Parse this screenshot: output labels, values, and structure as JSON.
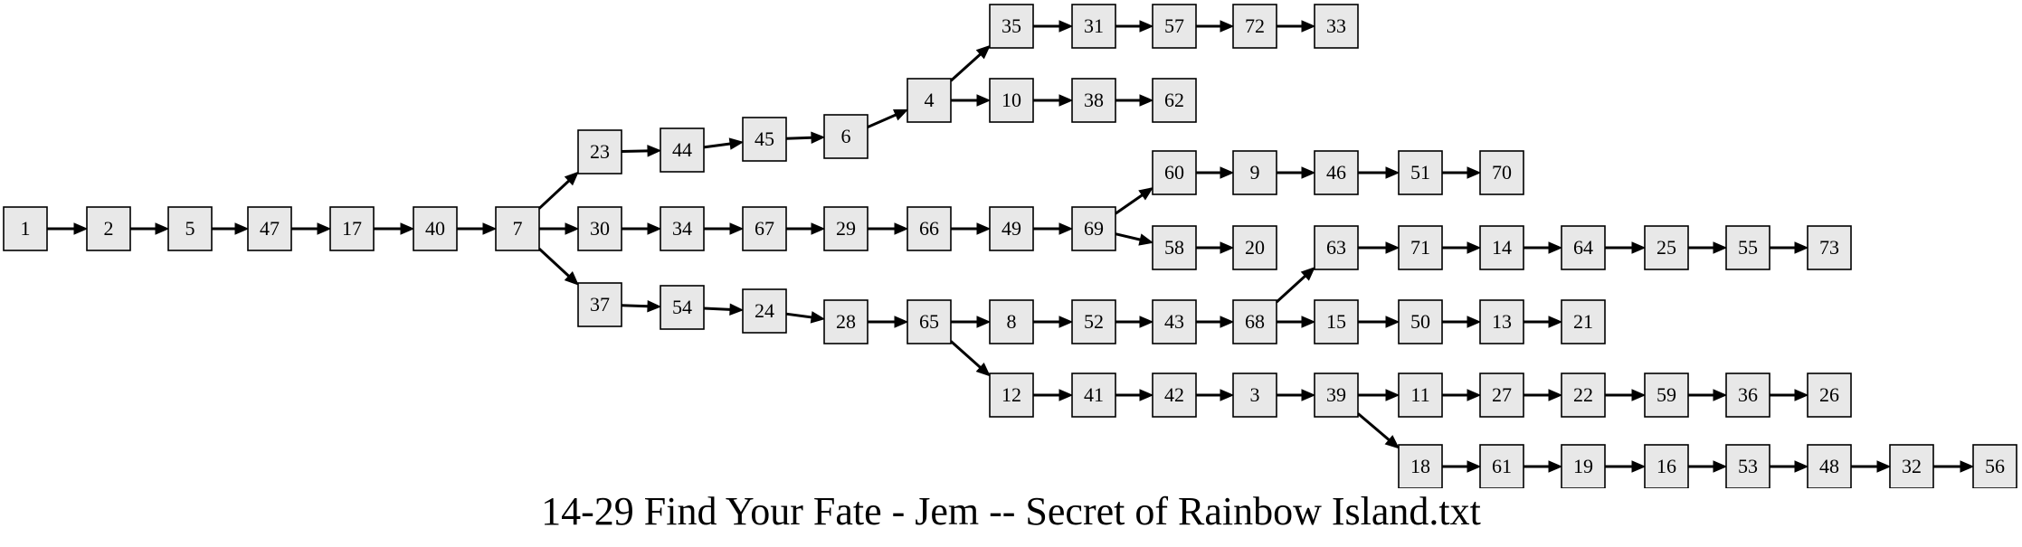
{
  "title": "14-29 Find Your Fate - Jem -- Secret of Rainbow Island.txt",
  "colors": {
    "node_fill": "#e8e8e8",
    "stroke": "#000000",
    "background": "#ffffff"
  },
  "nodes": [
    "1",
    "2",
    "5",
    "47",
    "17",
    "40",
    "7",
    "23",
    "30",
    "37",
    "44",
    "45",
    "6",
    "4",
    "35",
    "31",
    "57",
    "72",
    "33",
    "10",
    "38",
    "62",
    "34",
    "67",
    "29",
    "66",
    "49",
    "69",
    "60",
    "9",
    "46",
    "51",
    "70",
    "58",
    "20",
    "54",
    "24",
    "28",
    "65",
    "8",
    "52",
    "43",
    "68",
    "63",
    "71",
    "14",
    "64",
    "25",
    "55",
    "73",
    "15",
    "50",
    "13",
    "21",
    "12",
    "41",
    "42",
    "3",
    "39",
    "11",
    "27",
    "22",
    "59",
    "36",
    "26",
    "18",
    "61",
    "19",
    "16",
    "53",
    "48",
    "32",
    "56"
  ],
  "edges": [
    [
      "1",
      "2"
    ],
    [
      "2",
      "5"
    ],
    [
      "5",
      "47"
    ],
    [
      "47",
      "17"
    ],
    [
      "17",
      "40"
    ],
    [
      "40",
      "7"
    ],
    [
      "7",
      "23"
    ],
    [
      "7",
      "30"
    ],
    [
      "7",
      "37"
    ],
    [
      "23",
      "44"
    ],
    [
      "44",
      "45"
    ],
    [
      "45",
      "6"
    ],
    [
      "6",
      "4"
    ],
    [
      "4",
      "35"
    ],
    [
      "35",
      "31"
    ],
    [
      "31",
      "57"
    ],
    [
      "57",
      "72"
    ],
    [
      "72",
      "33"
    ],
    [
      "4",
      "10"
    ],
    [
      "10",
      "38"
    ],
    [
      "38",
      "62"
    ],
    [
      "30",
      "34"
    ],
    [
      "34",
      "67"
    ],
    [
      "67",
      "29"
    ],
    [
      "29",
      "66"
    ],
    [
      "66",
      "49"
    ],
    [
      "49",
      "69"
    ],
    [
      "69",
      "60"
    ],
    [
      "60",
      "9"
    ],
    [
      "9",
      "46"
    ],
    [
      "46",
      "51"
    ],
    [
      "51",
      "70"
    ],
    [
      "69",
      "58"
    ],
    [
      "58",
      "20"
    ],
    [
      "37",
      "54"
    ],
    [
      "54",
      "24"
    ],
    [
      "24",
      "28"
    ],
    [
      "28",
      "65"
    ],
    [
      "65",
      "8"
    ],
    [
      "8",
      "52"
    ],
    [
      "52",
      "43"
    ],
    [
      "43",
      "68"
    ],
    [
      "68",
      "63"
    ],
    [
      "63",
      "71"
    ],
    [
      "71",
      "14"
    ],
    [
      "14",
      "64"
    ],
    [
      "64",
      "25"
    ],
    [
      "25",
      "55"
    ],
    [
      "55",
      "73"
    ],
    [
      "68",
      "15"
    ],
    [
      "15",
      "50"
    ],
    [
      "50",
      "13"
    ],
    [
      "13",
      "21"
    ],
    [
      "65",
      "12"
    ],
    [
      "12",
      "41"
    ],
    [
      "41",
      "42"
    ],
    [
      "42",
      "3"
    ],
    [
      "3",
      "39"
    ],
    [
      "39",
      "11"
    ],
    [
      "11",
      "27"
    ],
    [
      "27",
      "22"
    ],
    [
      "22",
      "59"
    ],
    [
      "59",
      "36"
    ],
    [
      "36",
      "26"
    ],
    [
      "39",
      "18"
    ],
    [
      "18",
      "61"
    ],
    [
      "61",
      "19"
    ],
    [
      "19",
      "16"
    ],
    [
      "16",
      "53"
    ],
    [
      "53",
      "48"
    ],
    [
      "48",
      "32"
    ],
    [
      "32",
      "56"
    ]
  ]
}
